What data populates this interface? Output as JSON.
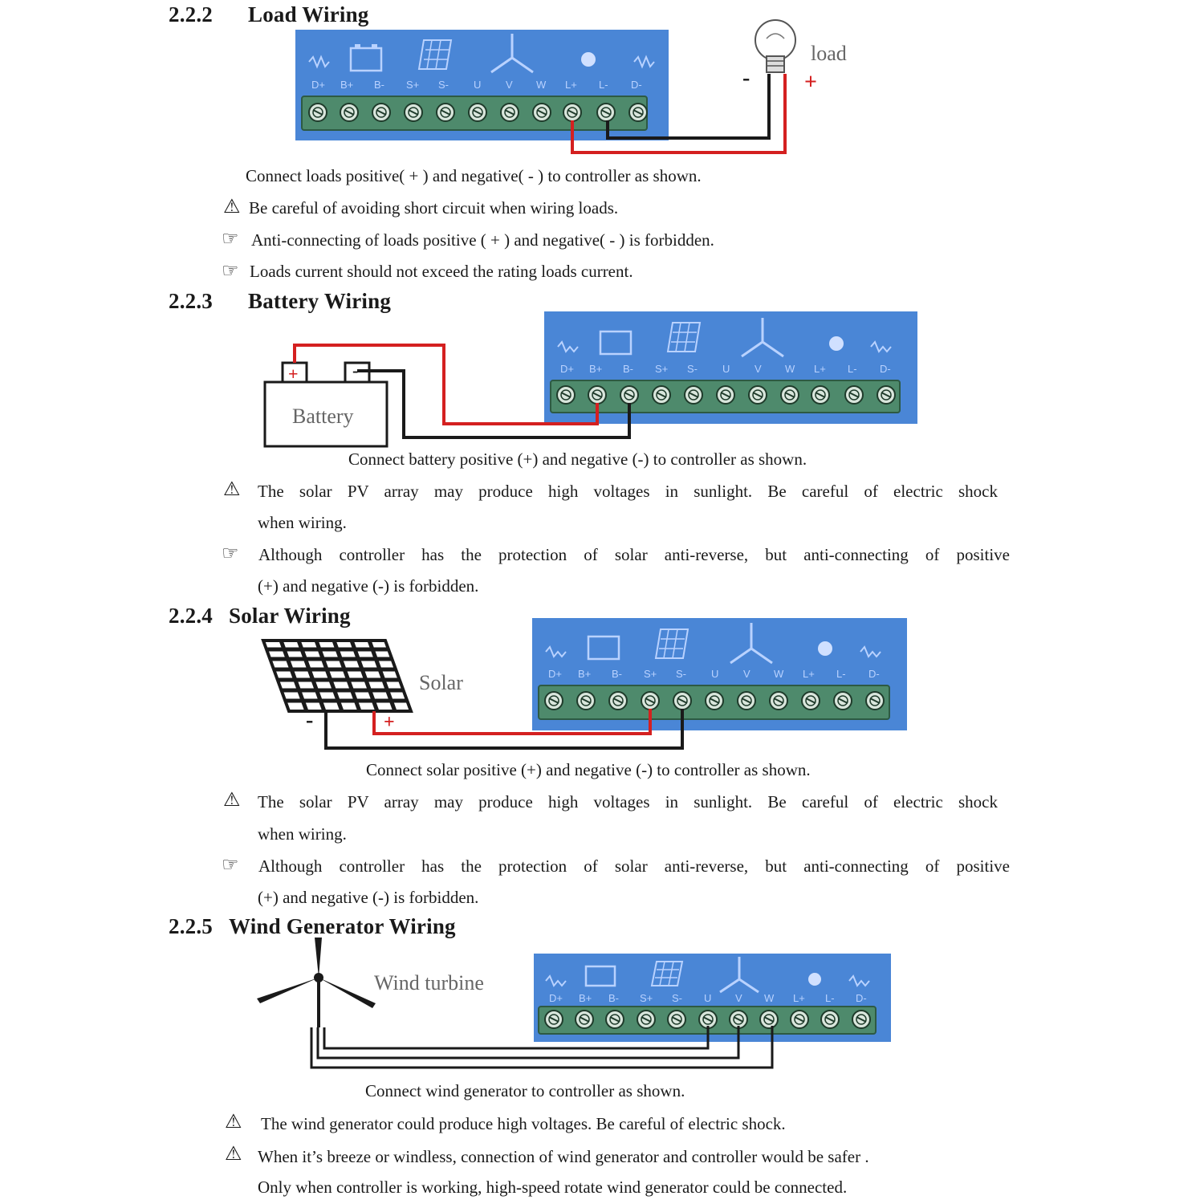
{
  "sections": {
    "load": {
      "number": "2.2.2",
      "title": "Load Wiring",
      "device_label": "load",
      "minus_sign": "-",
      "plus_sign": "+",
      "caption": "Connect loads positive( + ) and negative( - ) to controller as shown.",
      "notes": [
        "Be careful of avoiding short circuit when wiring loads.",
        "Anti-connecting of loads positive ( + ) and negative( - ) is forbidden.",
        "Loads current should not exceed the rating loads current."
      ]
    },
    "battery": {
      "number": "2.2.3",
      "title": "Battery Wiring",
      "device_label": "Battery",
      "plus_sign": "+",
      "minus_sign": "-",
      "caption": "Connect battery positive (+) and negative (-) to controller as shown.",
      "note1_line1": "The solar PV array may produce high voltages in sunlight. Be careful of electric shock",
      "note1_line2": "when wiring.",
      "note2_line1": "Although controller has the protection of solar anti-reverse, but anti-connecting of positive",
      "note2_line2": "(+) and negative (-) is forbidden."
    },
    "solar": {
      "number": "2.2.4",
      "title": "Solar Wiring",
      "device_label": "Solar",
      "minus_sign": "-",
      "plus_sign": "+",
      "caption": "Connect solar positive (+) and negative (-) to controller as shown.",
      "note1_line1": "The solar PV array may produce high voltages in sunlight. Be careful of electric shock",
      "note1_line2": "when wiring.",
      "note2_line1": "Although controller has the protection of solar anti-reverse, but anti-connecting of positive",
      "note2_line2": "(+) and negative (-) is forbidden."
    },
    "wind": {
      "number": "2.2.5",
      "title": "Wind Generator Wiring",
      "device_label": "Wind turbine",
      "caption": "Connect wind generator to controller as shown.",
      "note1": "The wind generator could produce high voltages. Be careful of electric shock.",
      "note2_line1": "When it’s breeze or windless, connection of wind generator and controller would be safer .",
      "note2_line2": "Only when controller is working, high-speed rotate wind generator could be connected."
    }
  },
  "symbols": {
    "warning": "⚠",
    "note": "☞"
  },
  "terminals": [
    "D+",
    "B+",
    "B-",
    "S+",
    "S-",
    "U",
    "V",
    "W",
    "L+",
    "L-",
    "D-"
  ],
  "colors": {
    "panel": "#4a86d6",
    "terminal_strip": "#4e8a6c",
    "wire_positive": "#d42020",
    "wire_negative": "#1a1a1a",
    "panel_label": "#b9d2ff"
  }
}
